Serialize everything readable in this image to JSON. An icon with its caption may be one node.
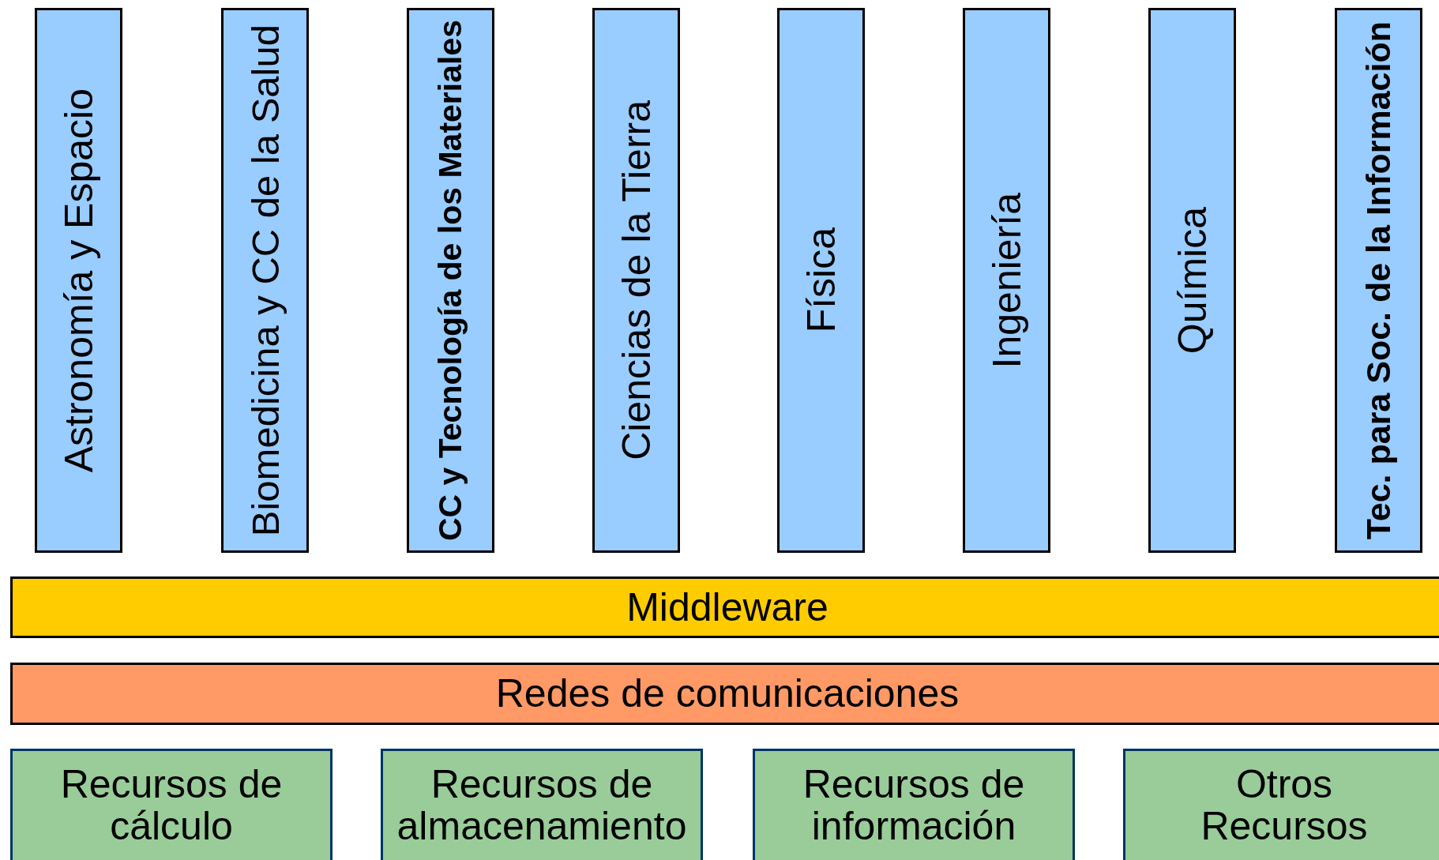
{
  "diagram": {
    "nodes": [
      {
        "text": [
          "Astronomía y Espacio"
        ]
      },
      {
        "text": [
          "Biomedicina y CC de la Salud"
        ]
      },
      {
        "text": [
          "CC y Tecnología de los Materiales"
        ]
      },
      {
        "text": [
          "Ciencias de la Tierra"
        ]
      },
      {
        "text": [
          "Física"
        ]
      },
      {
        "text": [
          "Ingeniería"
        ]
      },
      {
        "text": [
          "Química"
        ]
      },
      {
        "text": [
          "Tec. para Soc. de la Información"
        ]
      },
      {
        "text": [
          "Middleware"
        ]
      },
      {
        "text": [
          "Redes de comunicaciones"
        ]
      },
      {
        "text": [
          "Recursos de cálculo"
        ]
      },
      {
        "text": [
          "Recursos de almacenamiento"
        ]
      },
      {
        "text": [
          "Recursos de información"
        ]
      },
      {
        "text": [
          "Otros Recursos"
        ]
      }
    ]
  }
}
